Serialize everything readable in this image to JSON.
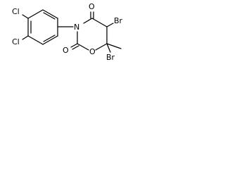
{
  "atoms": {
    "cl_top": "Cl",
    "cl_bottom": "Cl",
    "n": "N",
    "o_ketone": "O",
    "o_carbonyl": "O",
    "o_ring": "O",
    "br_top": "Br",
    "br_bottom": "Br"
  }
}
